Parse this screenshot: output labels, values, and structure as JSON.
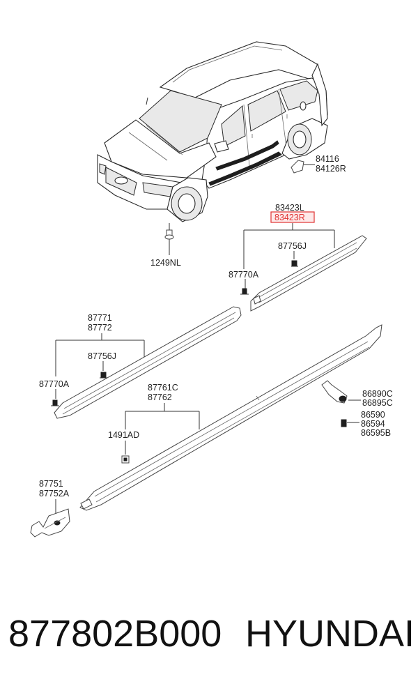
{
  "labels": {
    "p84116": "84116",
    "p84126R": "84126R",
    "p1249NL": "1249NL",
    "p83423L": "83423L",
    "p83423R": "83423R",
    "p87756J_top": "87756J",
    "p87770A_top": "87770A",
    "p87771": "87771",
    "p87772": "87772",
    "p87756J_mid": "87756J",
    "p87770A_mid": "87770A",
    "p87761C": "87761C",
    "p87762": "87762",
    "p1491AD": "1491AD",
    "p86890C": "86890C",
    "p86895C": "86895C",
    "p86590": "86590",
    "p86594": "86594",
    "p86595B": "86595B",
    "p87751": "87751",
    "p87752A": "87752A"
  },
  "highlight_color": "#e03232",
  "footer": {
    "part_number": "877802B000",
    "brand": "HYUNDAI"
  }
}
